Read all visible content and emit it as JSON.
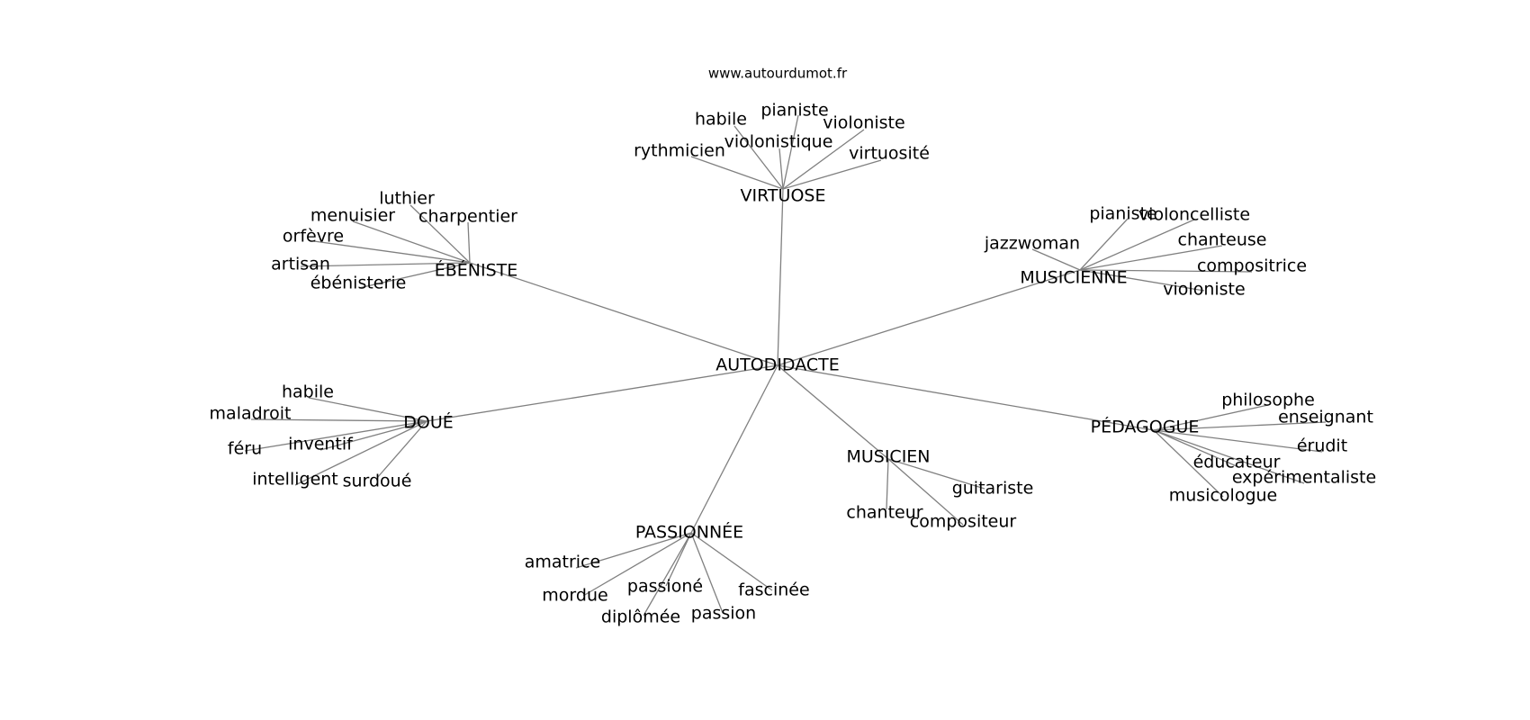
{
  "source_label": "www.autourdumot.fr",
  "edge_color": "#808080",
  "center": "AUTODIDACTE",
  "clusters": [
    {
      "hub": "VIRTUOSE",
      "leaves": [
        "habile",
        "pianiste",
        "violoniste",
        "violonistique",
        "rythmicien",
        "virtuosité"
      ]
    },
    {
      "hub": "ÉBÉNISTE",
      "leaves": [
        "luthier",
        "menuisier",
        "charpentier",
        "orfèvre",
        "artisan",
        "ébénisterie"
      ]
    },
    {
      "hub": "MUSICIENNE",
      "leaves": [
        "pianiste",
        "violoncelliste",
        "jazzwoman",
        "chanteuse",
        "compositrice",
        "violoniste"
      ]
    },
    {
      "hub": "DOUÉ",
      "leaves": [
        "habile",
        "maladroit",
        "inventif",
        "féru",
        "intelligent",
        "surdoué"
      ]
    },
    {
      "hub": "PÉDAGOGUE",
      "leaves": [
        "philosophe",
        "enseignant",
        "érudit",
        "éducateur",
        "expérimentaliste",
        "musicologue"
      ]
    },
    {
      "hub": "MUSICIEN",
      "leaves": [
        "guitariste",
        "chanteur",
        "compositeur"
      ]
    },
    {
      "hub": "PASSIONNÉE",
      "leaves": [
        "amatrice",
        "mordue",
        "passioné",
        "fascinée",
        "diplômée",
        "passion"
      ]
    }
  ]
}
